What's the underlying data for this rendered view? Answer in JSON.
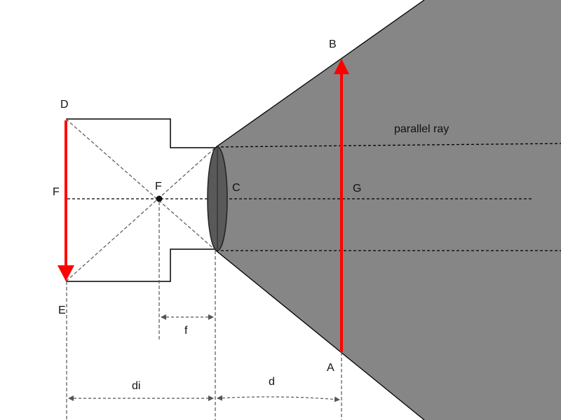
{
  "labels": {
    "B": "B",
    "D": "D",
    "parallel_ray": "parallel ray",
    "F_left": "F",
    "F_focus": "F",
    "C": "C",
    "G": "G",
    "E": "E",
    "f": "f",
    "A": "A",
    "di": "di",
    "d": "d"
  },
  "colors": {
    "beam": "#868686",
    "arrow": "#ff0000",
    "lens": "#595959",
    "line": "#000000",
    "dashed": "#555555"
  }
}
